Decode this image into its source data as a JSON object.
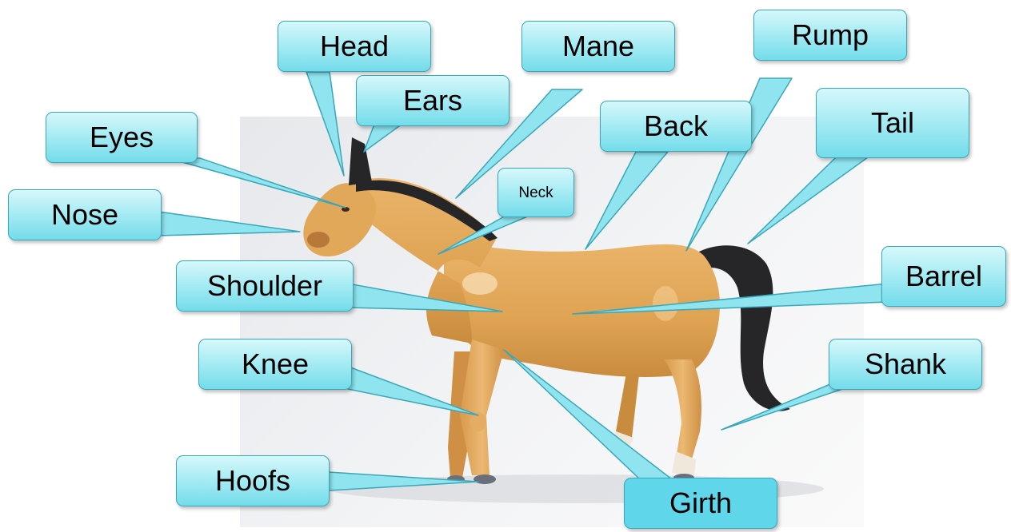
{
  "diagram": {
    "labels": {
      "head": "Head",
      "mane": "Mane",
      "rump": "Rump",
      "ears": "Ears",
      "eyes": "Eyes",
      "back": "Back",
      "tail": "Tail",
      "neck": "Neck",
      "nose": "Nose",
      "shoulder": "Shoulder",
      "barrel": "Barrel",
      "knee": "Knee",
      "shank": "Shank",
      "hoofs": "Hoofs",
      "girth": "Girth"
    },
    "colors": {
      "callout_fill": "#a9ecf4",
      "callout_border": "#3aa7b8",
      "horse_body": "#e0a758",
      "horse_dark": "#1f1f22"
    }
  }
}
